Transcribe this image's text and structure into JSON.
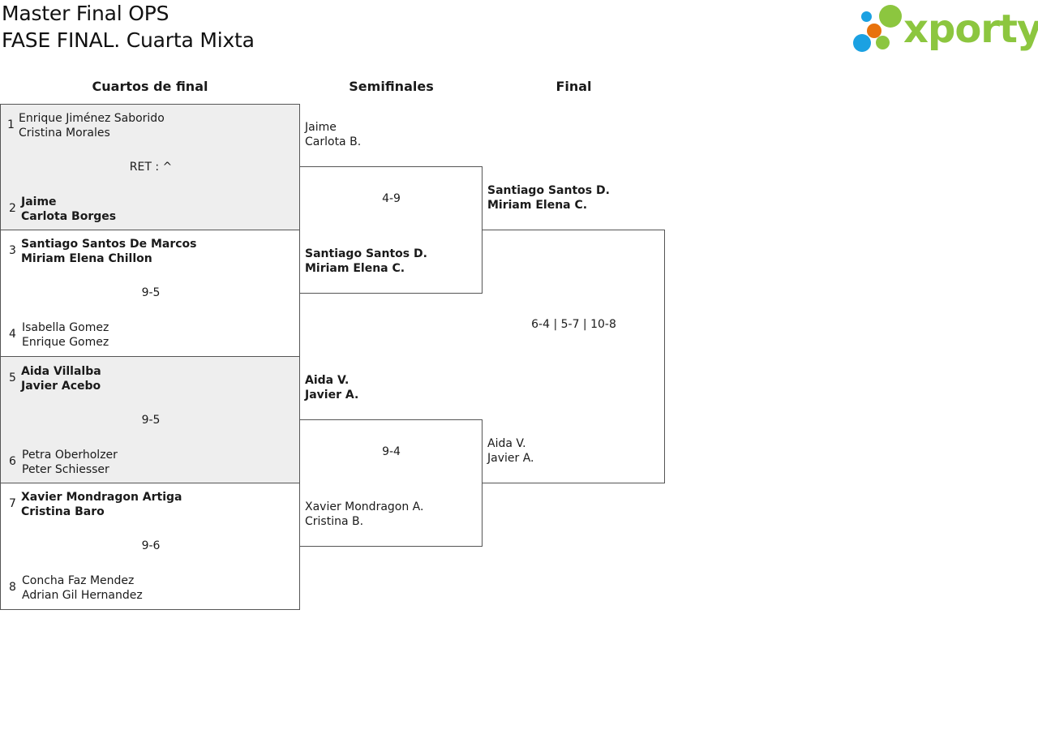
{
  "header": {
    "title_line1": "Master Final OPS",
    "title_line2": "FASE FINAL. Cuarta Mixta",
    "logo_text": "xporty",
    "logo_colors": {
      "green": "#8cc63f",
      "blue": "#1ba1e2",
      "orange": "#e8720c"
    }
  },
  "columns": {
    "quarterfinals": "Cuartos de final",
    "semifinals": "Semifinales",
    "final": "Final"
  },
  "quarterfinals": [
    {
      "top": {
        "seed": "1",
        "player1": "Enrique Jiménez Saborido",
        "player2": "Cristina Morales"
      },
      "score": "RET : ^",
      "bottom": {
        "seed": "2",
        "player1": "Jaime",
        "player2": "Carlota Borges"
      }
    },
    {
      "top": {
        "seed": "3",
        "player1": "Santiago Santos De Marcos",
        "player2": "Miriam Elena Chillon"
      },
      "score": "9-5",
      "bottom": {
        "seed": "4",
        "player1": "Isabella Gomez",
        "player2": "Enrique Gomez"
      }
    },
    {
      "top": {
        "seed": "5",
        "player1": "Aida Villalba",
        "player2": "Javier Acebo"
      },
      "score": "9-5",
      "bottom": {
        "seed": "6",
        "player1": "Petra Oberholzer",
        "player2": "Peter Schiesser"
      }
    },
    {
      "top": {
        "seed": "7",
        "player1": "Xavier Mondragon Artiga",
        "player2": "Cristina Baro"
      },
      "score": "9-6",
      "bottom": {
        "seed": "8",
        "player1": "Concha Faz Mendez",
        "player2": "Adrian Gil Hernandez"
      }
    }
  ],
  "semifinals": [
    {
      "top": {
        "player1": "Jaime",
        "player2": "Carlota B."
      },
      "score": "4-9",
      "bottom": {
        "player1": "Santiago Santos D.",
        "player2": "Miriam Elena C."
      }
    },
    {
      "top": {
        "player1": "Aida V.",
        "player2": "Javier A."
      },
      "score": "9-4",
      "bottom": {
        "player1": "Xavier Mondragon A.",
        "player2": "Cristina B."
      }
    }
  ],
  "final": {
    "top": {
      "player1": "Santiago Santos D.",
      "player2": "Miriam Elena C."
    },
    "score": "6-4 | 5-7 | 10-8",
    "bottom": {
      "player1": "Aida V.",
      "player2": "Javier A."
    }
  }
}
